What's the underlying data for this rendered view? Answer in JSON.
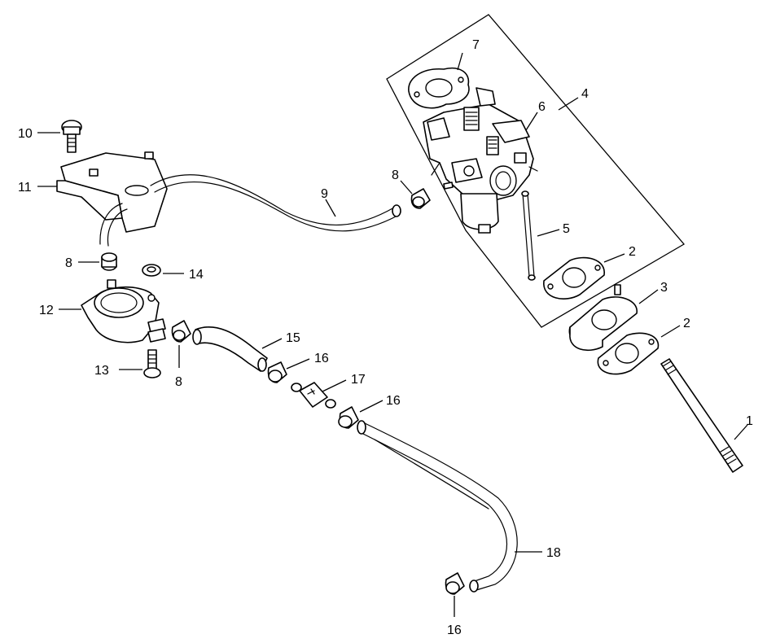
{
  "labels": {
    "l1": "1",
    "l2a": "2",
    "l2b": "2",
    "l3": "3",
    "l4": "4",
    "l5": "5",
    "l6": "6",
    "l7": "7",
    "l8a": "8",
    "l8b": "8",
    "l8c": "8",
    "l9": "9",
    "l10": "10",
    "l11": "11",
    "l12": "12",
    "l13": "13",
    "l14": "14",
    "l15": "15",
    "l16a": "16",
    "l16b": "16",
    "l16c": "16",
    "l17": "17",
    "l18": "18"
  }
}
